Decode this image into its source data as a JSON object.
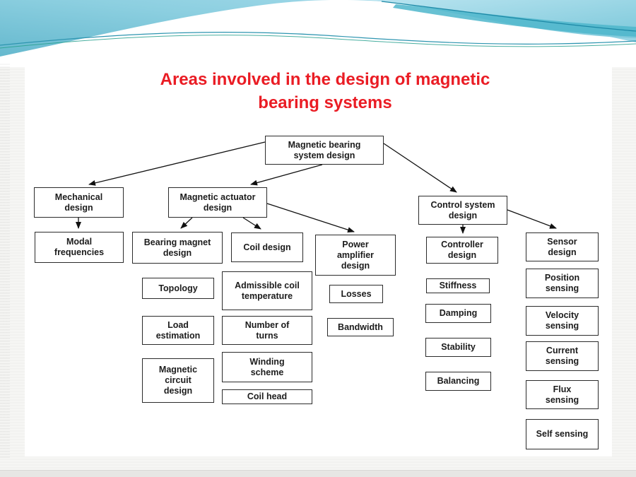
{
  "slide": {
    "title": "Areas involved in the design of magnetic\nbearing systems",
    "title_color": "#ea1c24",
    "box_border_color": "#2b2b2b",
    "connector_color": "#111111",
    "header_accent_colors": [
      "#5fb5cb",
      "#a8dce9",
      "#4db6cb",
      "#2e95b0",
      "#27a08e"
    ]
  },
  "nodes": [
    {
      "label": "Magnetic bearing\nsystem design"
    },
    {
      "label": "Mechanical\ndesign"
    },
    {
      "label": "Magnetic actuator\ndesign"
    },
    {
      "label": "Control system\ndesign"
    },
    {
      "label": "Modal\nfrequencies"
    },
    {
      "label": "Bearing magnet\ndesign"
    },
    {
      "label": "Coil design"
    },
    {
      "label": "Power\namplifier\ndesign"
    },
    {
      "label": "Controller\ndesign"
    },
    {
      "label": "Sensor\ndesign"
    },
    {
      "label": "Topology"
    },
    {
      "label": "Load\nestimation"
    },
    {
      "label": "Magnetic\ncircuit\ndesign"
    },
    {
      "label": "Admissible coil\ntemperature"
    },
    {
      "label": "Number of\nturns"
    },
    {
      "label": "Winding\nscheme"
    },
    {
      "label": "Coil head"
    },
    {
      "label": "Losses"
    },
    {
      "label": "Bandwidth"
    },
    {
      "label": "Stiffness"
    },
    {
      "label": "Damping"
    },
    {
      "label": "Stability"
    },
    {
      "label": "Balancing"
    },
    {
      "label": "Position\nsensing"
    },
    {
      "label": "Velocity\nsensing"
    },
    {
      "label": "Current\nsensing"
    },
    {
      "label": "Flux\nsensing"
    },
    {
      "label": "Self sensing"
    }
  ]
}
